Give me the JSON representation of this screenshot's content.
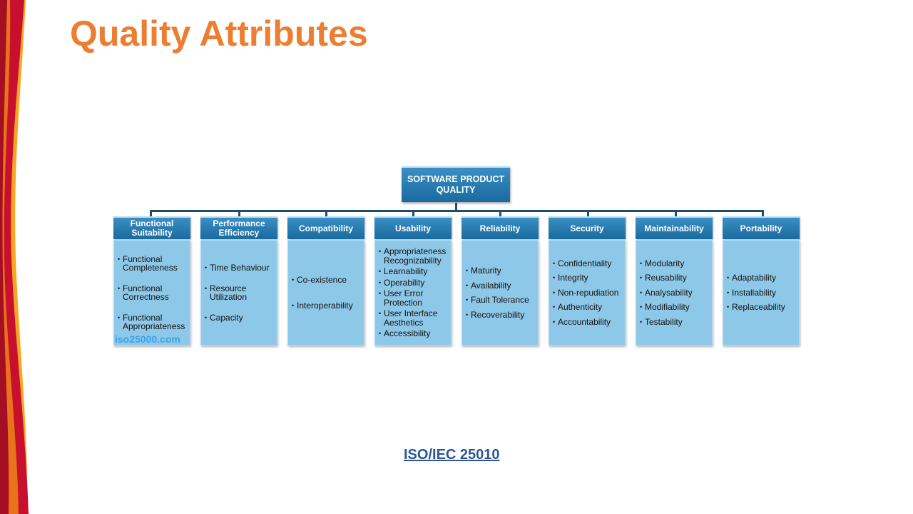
{
  "slide": {
    "title": "Quality Attributes"
  },
  "diagram": {
    "root": "SOFTWARE PRODUCT QUALITY",
    "categories": [
      {
        "label": "Functional Suitability",
        "items": [
          "Functional Completeness",
          "Functional Correctness",
          "Functional Appropriateness"
        ],
        "watermark": "iso25000.com"
      },
      {
        "label": "Performance Efficiency",
        "items": [
          "Time Behaviour",
          "Resource Utilization",
          "Capacity"
        ]
      },
      {
        "label": "Compatibility",
        "items": [
          "Co-existence",
          "Interoperability"
        ]
      },
      {
        "label": "Usability",
        "items": [
          "Appropriateness Recognizability",
          "Learnability",
          "Operability",
          "User Error Protection",
          "User Interface Aesthetics",
          "Accessibility"
        ]
      },
      {
        "label": "Reliability",
        "items": [
          "Maturity",
          "Availability",
          "Fault Tolerance",
          "Recoverability"
        ]
      },
      {
        "label": "Security",
        "items": [
          "Confidentiality",
          "Integrity",
          "Non-repudiation",
          "Authenticity",
          "Accountability"
        ]
      },
      {
        "label": "Maintainability",
        "items": [
          "Modularity",
          "Reusability",
          "Analysability",
          "Modifiability",
          "Testability"
        ]
      },
      {
        "label": "Portability",
        "items": [
          "Adaptability",
          "Installability",
          "Replaceability"
        ]
      }
    ]
  },
  "footer": {
    "link_text": "ISO/IEC 25010"
  },
  "colors": {
    "title": "#ED7D31",
    "box_header": "#1a6a9e",
    "box_body": "#8ec8e8",
    "link": "#2F5597"
  }
}
